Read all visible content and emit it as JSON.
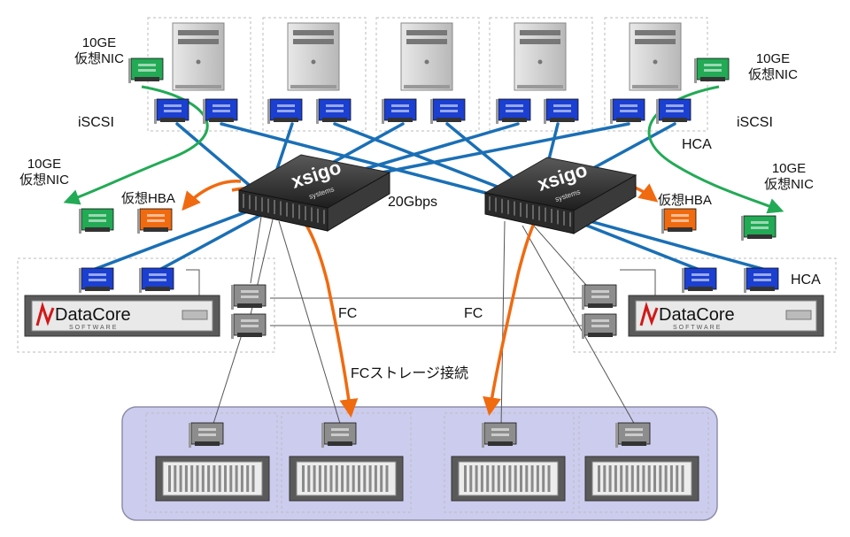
{
  "labels": {
    "nic_top_left": [
      "10GE",
      "仮想NIC"
    ],
    "nic_top_right": [
      "10GE",
      "仮想NIC"
    ],
    "nic_mid_left": [
      "10GE",
      "仮想NIC"
    ],
    "nic_mid_right": [
      "10GE",
      "仮想NIC"
    ],
    "iscsi_left": "iSCSI",
    "iscsi_right": "iSCSI",
    "hca_top": "HCA",
    "hca_right": "HCA",
    "hba_left": "仮想HBA",
    "hba_right": "仮想HBA",
    "bandwidth": "20Gbps",
    "fc_left": "FC",
    "fc_right": "FC",
    "fc_storage": "FCストレージ接続"
  },
  "switches": {
    "brand": "xsigo",
    "sub": "systems"
  },
  "storage_servers": {
    "brand": "DataCore",
    "sub": "SOFTWARE"
  },
  "colors": {
    "blue_link": "#1a6fb5",
    "green_nic": "#22aa55",
    "orange_hba": "#f06a10",
    "card_blue": "#1b3fd1",
    "storage_panel": "#ccccee"
  }
}
